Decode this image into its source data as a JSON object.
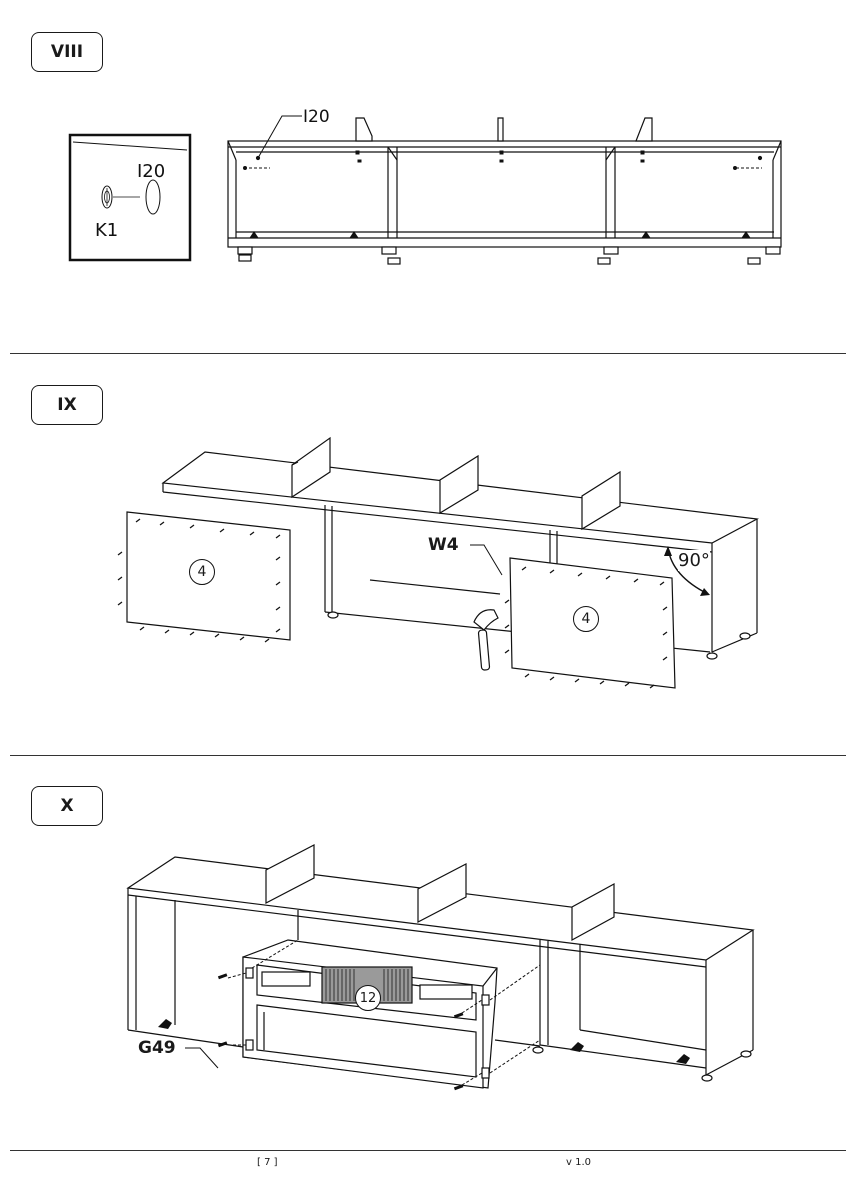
{
  "steps": [
    {
      "label": "VIII"
    },
    {
      "label": "IX"
    },
    {
      "label": "X"
    }
  ],
  "step8": {
    "part_callout": "I20",
    "detail_part": "I20",
    "detail_fitting": "K1"
  },
  "step9": {
    "panel_number": "4",
    "fitting_callout": "W4",
    "angle": "90°"
  },
  "step10": {
    "panel_number": "12",
    "fitting_callout": "G49"
  },
  "footer": {
    "page": "[ 7 ]",
    "version": "v 1.0"
  }
}
